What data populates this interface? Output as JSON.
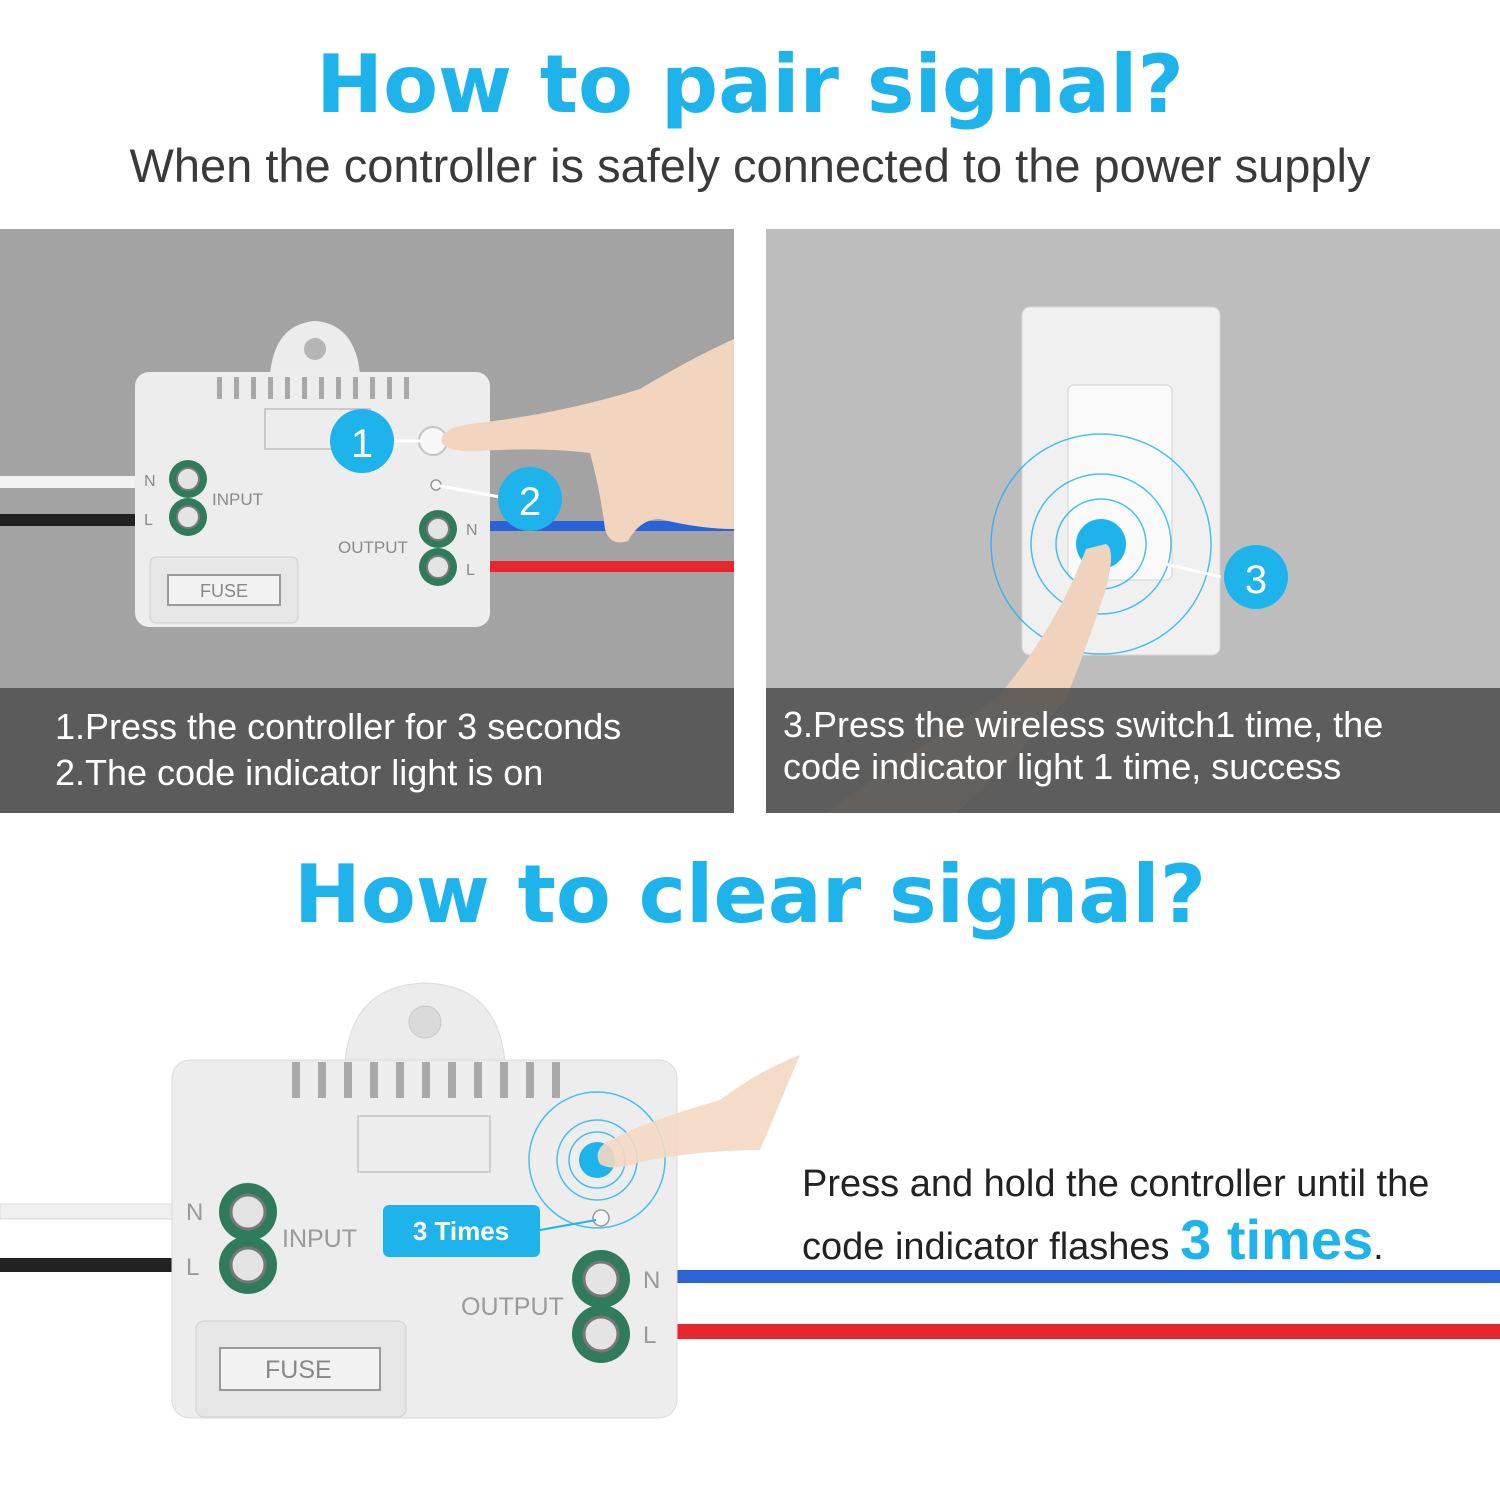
{
  "pair": {
    "title": "How to pair signal?",
    "subtitle": "When the controller is safely connected to the power supply",
    "left_caption_1": "1.Press the controller for 3 seconds",
    "left_caption_2": "2.The code indicator light is on",
    "right_caption_1": "3.Press the wireless switch1 time, the",
    "right_caption_2": "code indicator light 1 time, success",
    "step1": "1",
    "step2": "2",
    "step3": "3"
  },
  "clear": {
    "title": "How to clear signal?",
    "badge": "3 Times",
    "instruction_1": "Press and hold the controller until the",
    "instruction_2": "code indicator flashes",
    "instruction_emphasis": "3 times",
    "instruction_end": "."
  },
  "device": {
    "label_n": "N",
    "label_l": "L",
    "input": "INPUT",
    "output": "OUTPUT",
    "fuse": "FUSE"
  },
  "colors": {
    "accent": "#1fb3ec",
    "terminal": "#2f7b5c",
    "wire_blue": "#2a62d8",
    "wire_red": "#e8262e"
  }
}
